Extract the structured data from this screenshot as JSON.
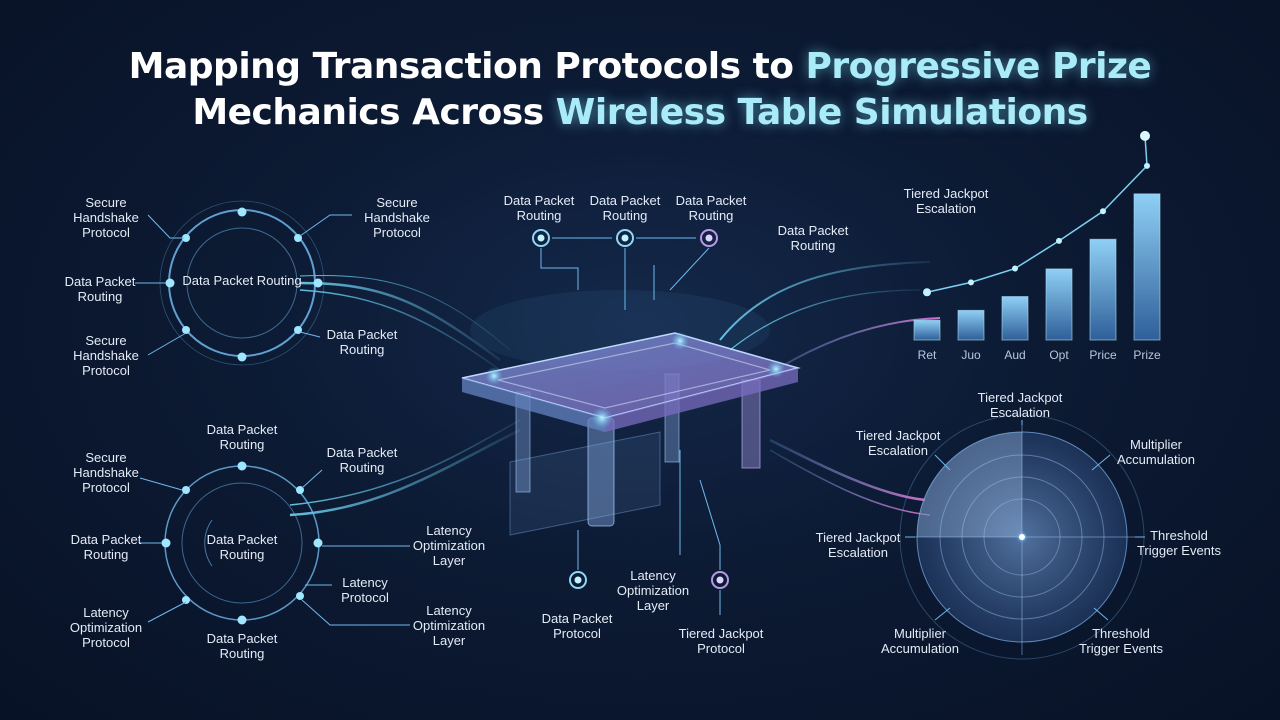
{
  "title": {
    "line1_a": "Mapping Transaction Protocols to ",
    "line1_b": "Progressive Prize",
    "line2_a": "Mechanics Across ",
    "line2_b": "Wireless Table Simulations"
  },
  "colors": {
    "accent_cyan": "#6fd3f5",
    "accent_pink": "#e07ad8",
    "background": "#0c1a33"
  },
  "top_left_ring": {
    "center": "Data Packet Routing",
    "labels": [
      "Secure Handshake Protocol",
      "Data Packet Routing",
      "Secure Handshake Protocol",
      "Secure Handshake Protocol",
      "Data Packet Routing"
    ]
  },
  "bottom_left_ring": {
    "center": "Data Packet Routing",
    "labels": [
      "Data Packet Routing",
      "Data Packet Routing",
      "Secure Handshake Protocol",
      "Data Packet Routing",
      "Latency Optimization Layer",
      "Latency Protocol",
      "Latency Optimization Layer",
      "Latency Optimization Protocol",
      "Data Packet Routing"
    ]
  },
  "table_top_nodes": [
    "Data Packet Routing",
    "Data Packet Routing",
    "Data Packet Routing"
  ],
  "table_right_label": "Data Packet Routing",
  "table_bottom_labels": [
    "Latency Optimization Layer",
    "Data Packet Protocol",
    "Tiered Jackpot Protocol"
  ],
  "chart_data": {
    "type": "bar",
    "title": "Tiered Jackpot Escalation",
    "categories": [
      "Ret",
      "Juo",
      "Aud",
      "Opt",
      "Price",
      "Prize"
    ],
    "values": [
      1,
      1.5,
      2.2,
      3.6,
      5.1,
      7.4
    ],
    "ylim": [
      0,
      8
    ],
    "grid": false
  },
  "radar": {
    "labels": [
      "Tiered Jackpot Escalation",
      "Tiered Jackpot Escalation",
      "Multiplier Accumulation",
      "Tiered Jackpot Escalation",
      "Threshold Trigger Events",
      "Multiplier Accumulation",
      "Threshold Trigger Events"
    ]
  }
}
